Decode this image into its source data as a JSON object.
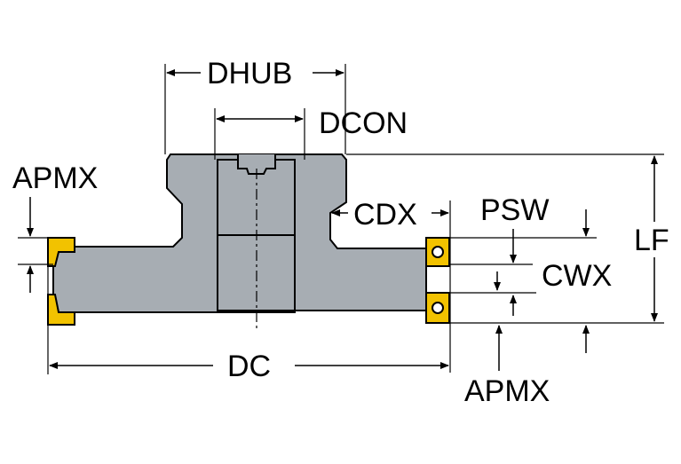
{
  "labels": {
    "dhub": "DHUB",
    "dcon": "DCON",
    "apmx_top": "APMX",
    "cdx": "CDX",
    "psw": "PSW",
    "lf": "LF",
    "cwx": "CWX",
    "dc": "DC",
    "apmx_bottom": "APMX"
  },
  "colors": {
    "body": "#a7adb3",
    "insert": "#f2c200",
    "line": "#000000"
  }
}
